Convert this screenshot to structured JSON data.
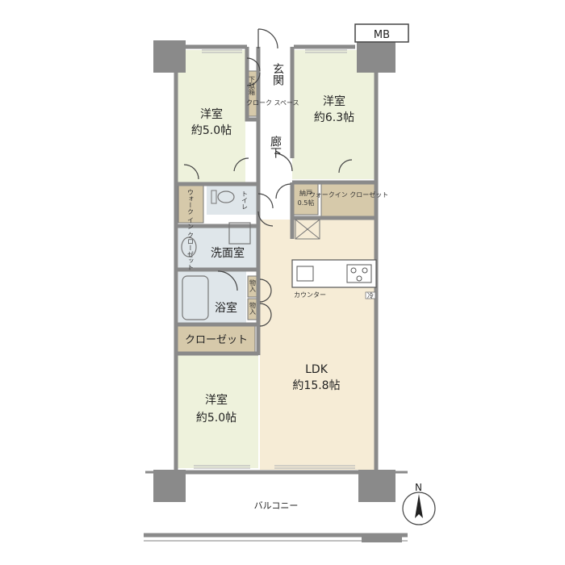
{
  "rooms": {
    "western_room_top_left": {
      "name": "洋室",
      "area": "約5.0帖"
    },
    "western_room_top_right": {
      "name": "洋室",
      "area": "約6.3帖"
    },
    "western_room_bottom": {
      "name": "洋室",
      "area": "約5.0帖"
    },
    "ldk": {
      "name": "LDK",
      "area": "約15.8帖"
    },
    "entrance": {
      "name": "玄関"
    },
    "hallway": {
      "name": "廊下"
    },
    "toilet": {
      "name": "トイレ"
    },
    "washroom": {
      "name": "洗面室"
    },
    "bathroom": {
      "name": "浴室"
    },
    "balcony": {
      "name": "バルコニー"
    }
  },
  "storage": {
    "shoe_box": "下駄箱",
    "cloak_space": "クローク スペース",
    "walk_in_closet_small": "ウォーク イン クローゼット",
    "walk_in_closet_large": "ウォークイン クローゼット",
    "storeroom": {
      "name": "納戸",
      "area": "0.5帖"
    },
    "closet": "クローゼット",
    "cabinet_1": "物入",
    "cabinet_2": "物入"
  },
  "fixtures": {
    "counter": "カウンター",
    "fridge_mark": "冷",
    "mb_label": "MB",
    "north_label": "N"
  },
  "colors": {
    "wall": "#8a8a8a",
    "room_green": "#eef2dc",
    "ldk_beige": "#f6ecd6",
    "storage_tan": "#d6c9aa",
    "wet_area": "#dfe6ea",
    "hall": "#ffffff"
  }
}
